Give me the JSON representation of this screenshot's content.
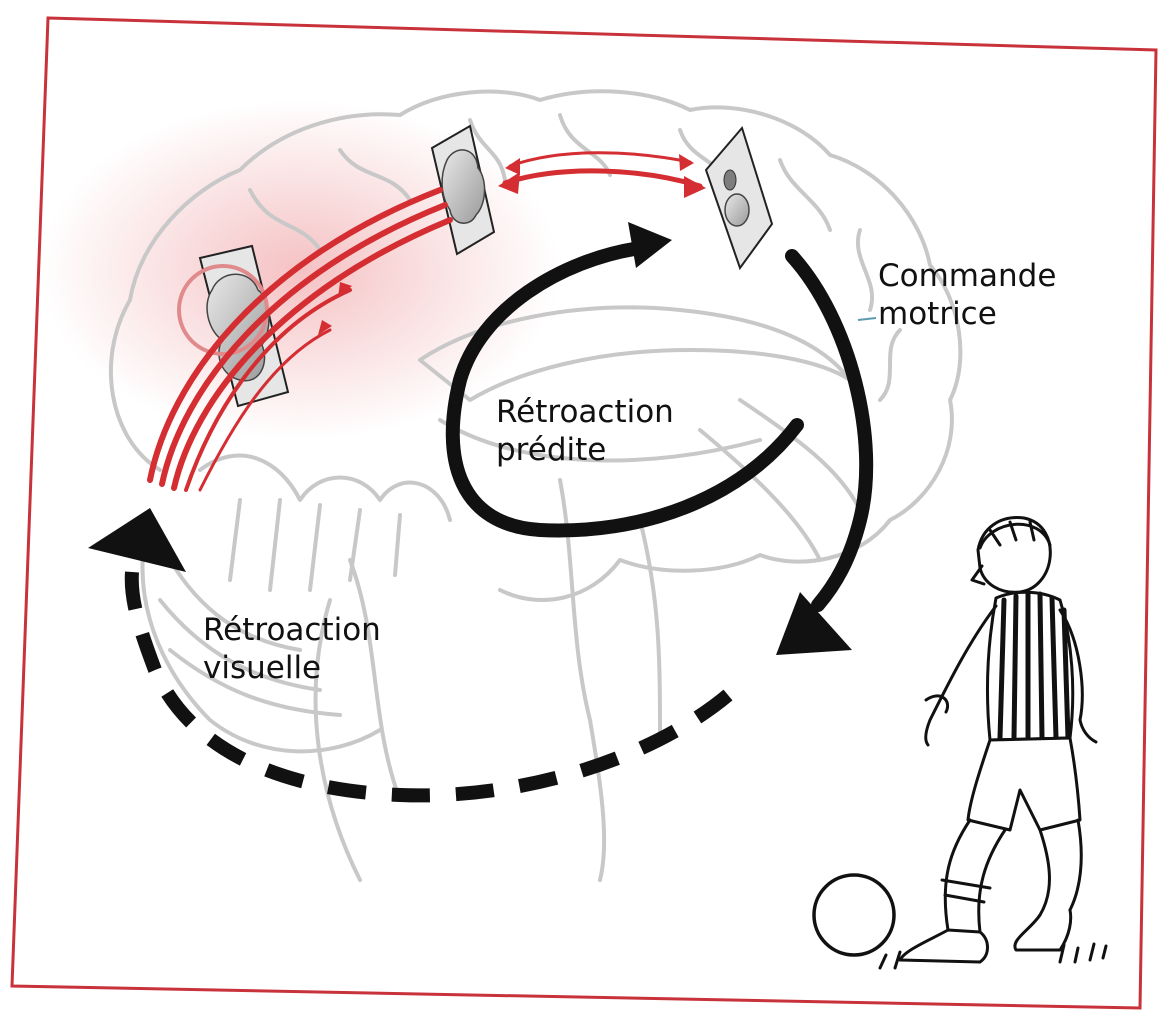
{
  "colors": {
    "frame": "#c8323a",
    "brain_outline": "#c8c8c8",
    "red_pathway": "#d42e32",
    "red_glow": "#f3b7b9",
    "loop_arrows": "#111111",
    "patch": "#8a8a8a"
  },
  "labels": {
    "motor_command": {
      "line1": "Commande",
      "line2": "motrice"
    },
    "predicted_feedback": {
      "line1": "Rétroaction",
      "line2": "prédite"
    },
    "visual_feedback": {
      "line1": "Rétroaction",
      "line2": "visuelle"
    }
  },
  "icons": {
    "brain": "brain-sagittal-illustration",
    "player": "soccer-player-illustration",
    "ball": "soccer-ball-icon"
  }
}
